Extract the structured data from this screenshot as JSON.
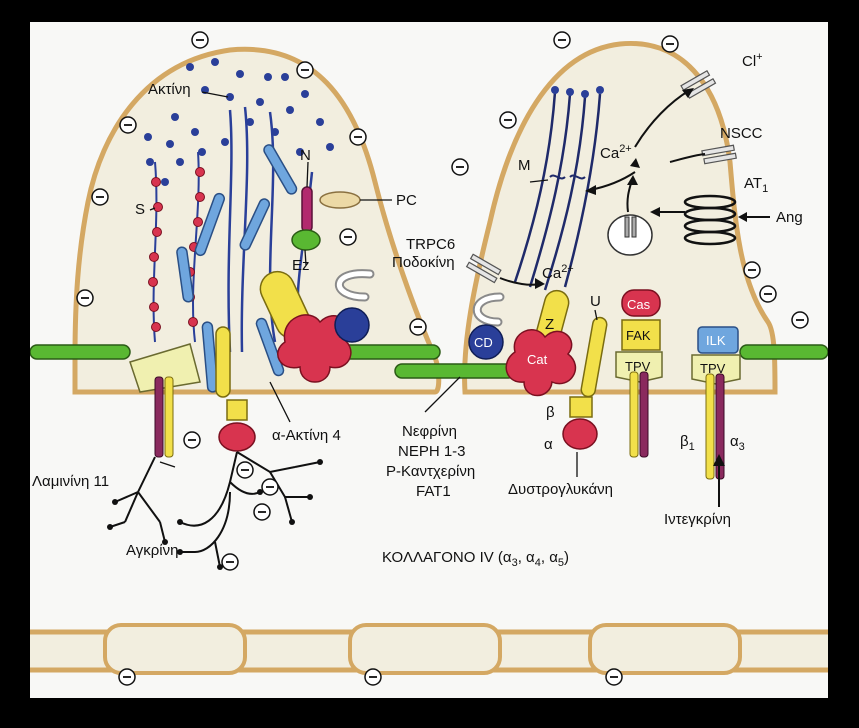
{
  "labels": {
    "actin": "Ακτίνη",
    "s": "S",
    "n": "N",
    "ez": "Ez",
    "pc": "PC",
    "m": "M",
    "trpc6": "TRPC6",
    "podocin": "Ποδοκίνη",
    "ca_upper": "Ca",
    "ca_upper_sup": "2+",
    "ca_lower": "Ca",
    "ca_lower_sup": "2+",
    "cl": "Cl",
    "cl_sup": "+",
    "nscc": "NSCC",
    "at": "AT",
    "at_sub": "1",
    "ang": "Ang",
    "u": "U",
    "z": "Z",
    "cd": "CD",
    "cat": "Cat",
    "cas": "Cas",
    "fak": "FAK",
    "tpv1": "TPV",
    "tpv2": "TPV",
    "ilk": "ILK",
    "beta": "β",
    "alpha": "α",
    "beta1": "β",
    "beta1_sub": "1",
    "alpha3": "α",
    "alpha3_sub": "3",
    "alpha_actinin": "α-Ακτίνη 4",
    "nephrin_1": "Νεφρίνη",
    "nephrin_2": "ΝΕΡΗ 1-3",
    "nephrin_3": "P-Καντχερίνη",
    "nephrin_4": "FAT1",
    "laminin": "Λαμινίνη 11",
    "agrin": "Αγκρίνη",
    "dystroglycan": "Δυστρογλυκάνη",
    "integrin": "Ιντεγκρίνη",
    "collagen": "ΚΟΛΛΑΓΟΝΟ IV (α",
    "collagen_sub1": "3",
    "collagen_mid1": ", α",
    "collagen_sub2": "4",
    "collagen_mid2": ", α",
    "collagen_sub3": "5",
    "collagen_end": ")",
    "neg": "⊖"
  },
  "colors": {
    "membrane": "#d4a863",
    "cytoplasm": "#f2eedf",
    "green": "#59b832",
    "red": "#d8344f",
    "yellow": "#f2e04a",
    "blue": "#2a3f99",
    "lightblue": "#6fa6de",
    "purple": "#8a2a5e",
    "paleyellow": "#f0f0b0"
  }
}
